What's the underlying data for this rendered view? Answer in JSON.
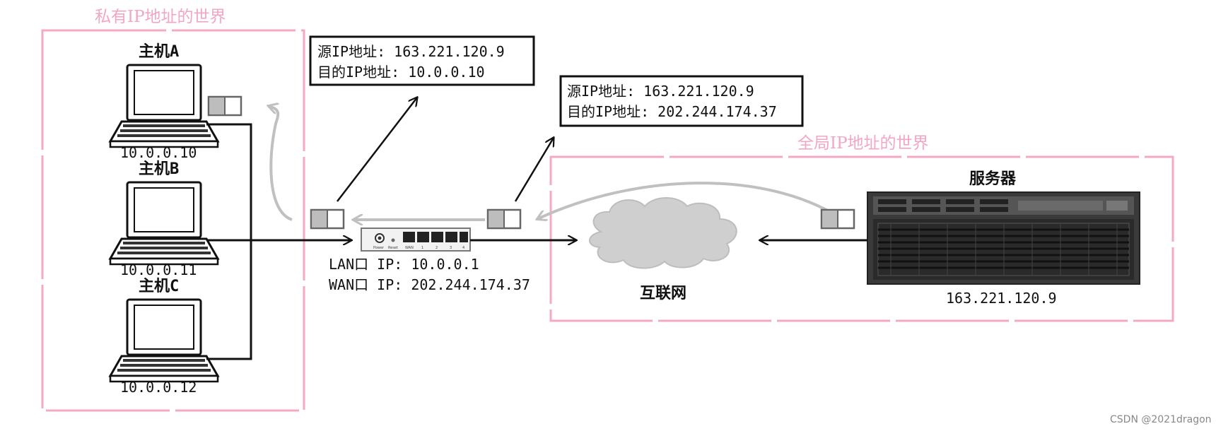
{
  "regions": {
    "private_title": "私有IP地址的世界",
    "global_title": "全局IP地址的世界"
  },
  "hosts": [
    {
      "label": "主机A",
      "ip": "10.0.0.10"
    },
    {
      "label": "主机B",
      "ip": "10.0.0.11"
    },
    {
      "label": "主机C",
      "ip": "10.0.0.12"
    }
  ],
  "router": {
    "lan": "LAN口 IP: 10.0.0.1",
    "wan": "WAN口 IP: 202.244.174.37",
    "port_labels": [
      "Power",
      "Reset",
      "WAN",
      "1",
      "2",
      "3",
      "4"
    ]
  },
  "packets": [
    {
      "src": "源IP地址: 163.221.120.9",
      "dst": "目的IP地址: 10.0.0.10"
    },
    {
      "src": "源IP地址: 163.221.120.9",
      "dst": "目的IP地址: 202.244.174.37"
    }
  ],
  "internet": {
    "label": "互联网"
  },
  "server": {
    "label": "服务器",
    "ip": "163.221.120.9"
  },
  "watermark": "CSDN @2021dragon",
  "colors": {
    "region_border": "#f4a9c6",
    "return_path": "#c0c0c0"
  }
}
